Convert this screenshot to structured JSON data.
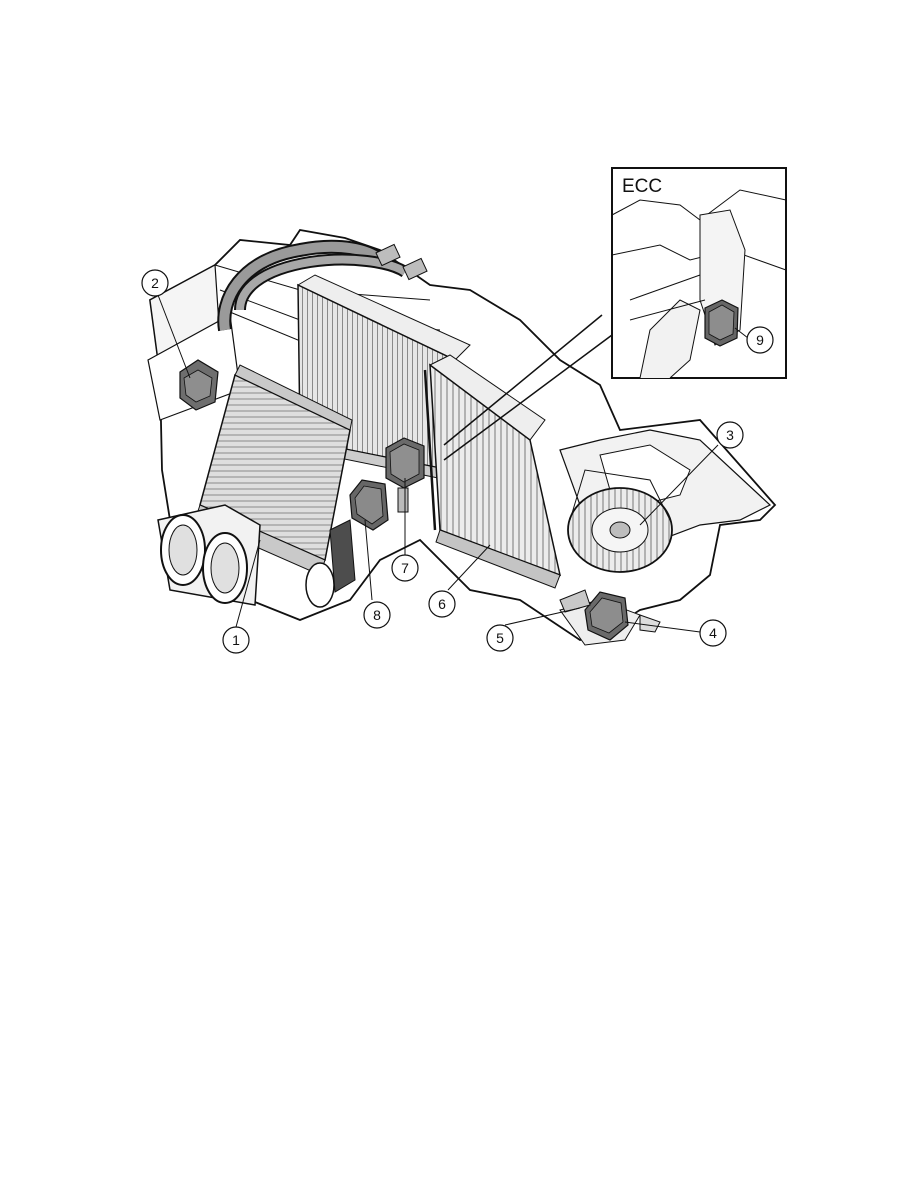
{
  "diagram": {
    "inset_label": "ECC",
    "callouts": [
      {
        "id": "1",
        "label": "1"
      },
      {
        "id": "2",
        "label": "2"
      },
      {
        "id": "3",
        "label": "3"
      },
      {
        "id": "4",
        "label": "4"
      },
      {
        "id": "5",
        "label": "5"
      },
      {
        "id": "6",
        "label": "6"
      },
      {
        "id": "7",
        "label": "7"
      },
      {
        "id": "8",
        "label": "8"
      },
      {
        "id": "9",
        "label": "9"
      }
    ]
  }
}
